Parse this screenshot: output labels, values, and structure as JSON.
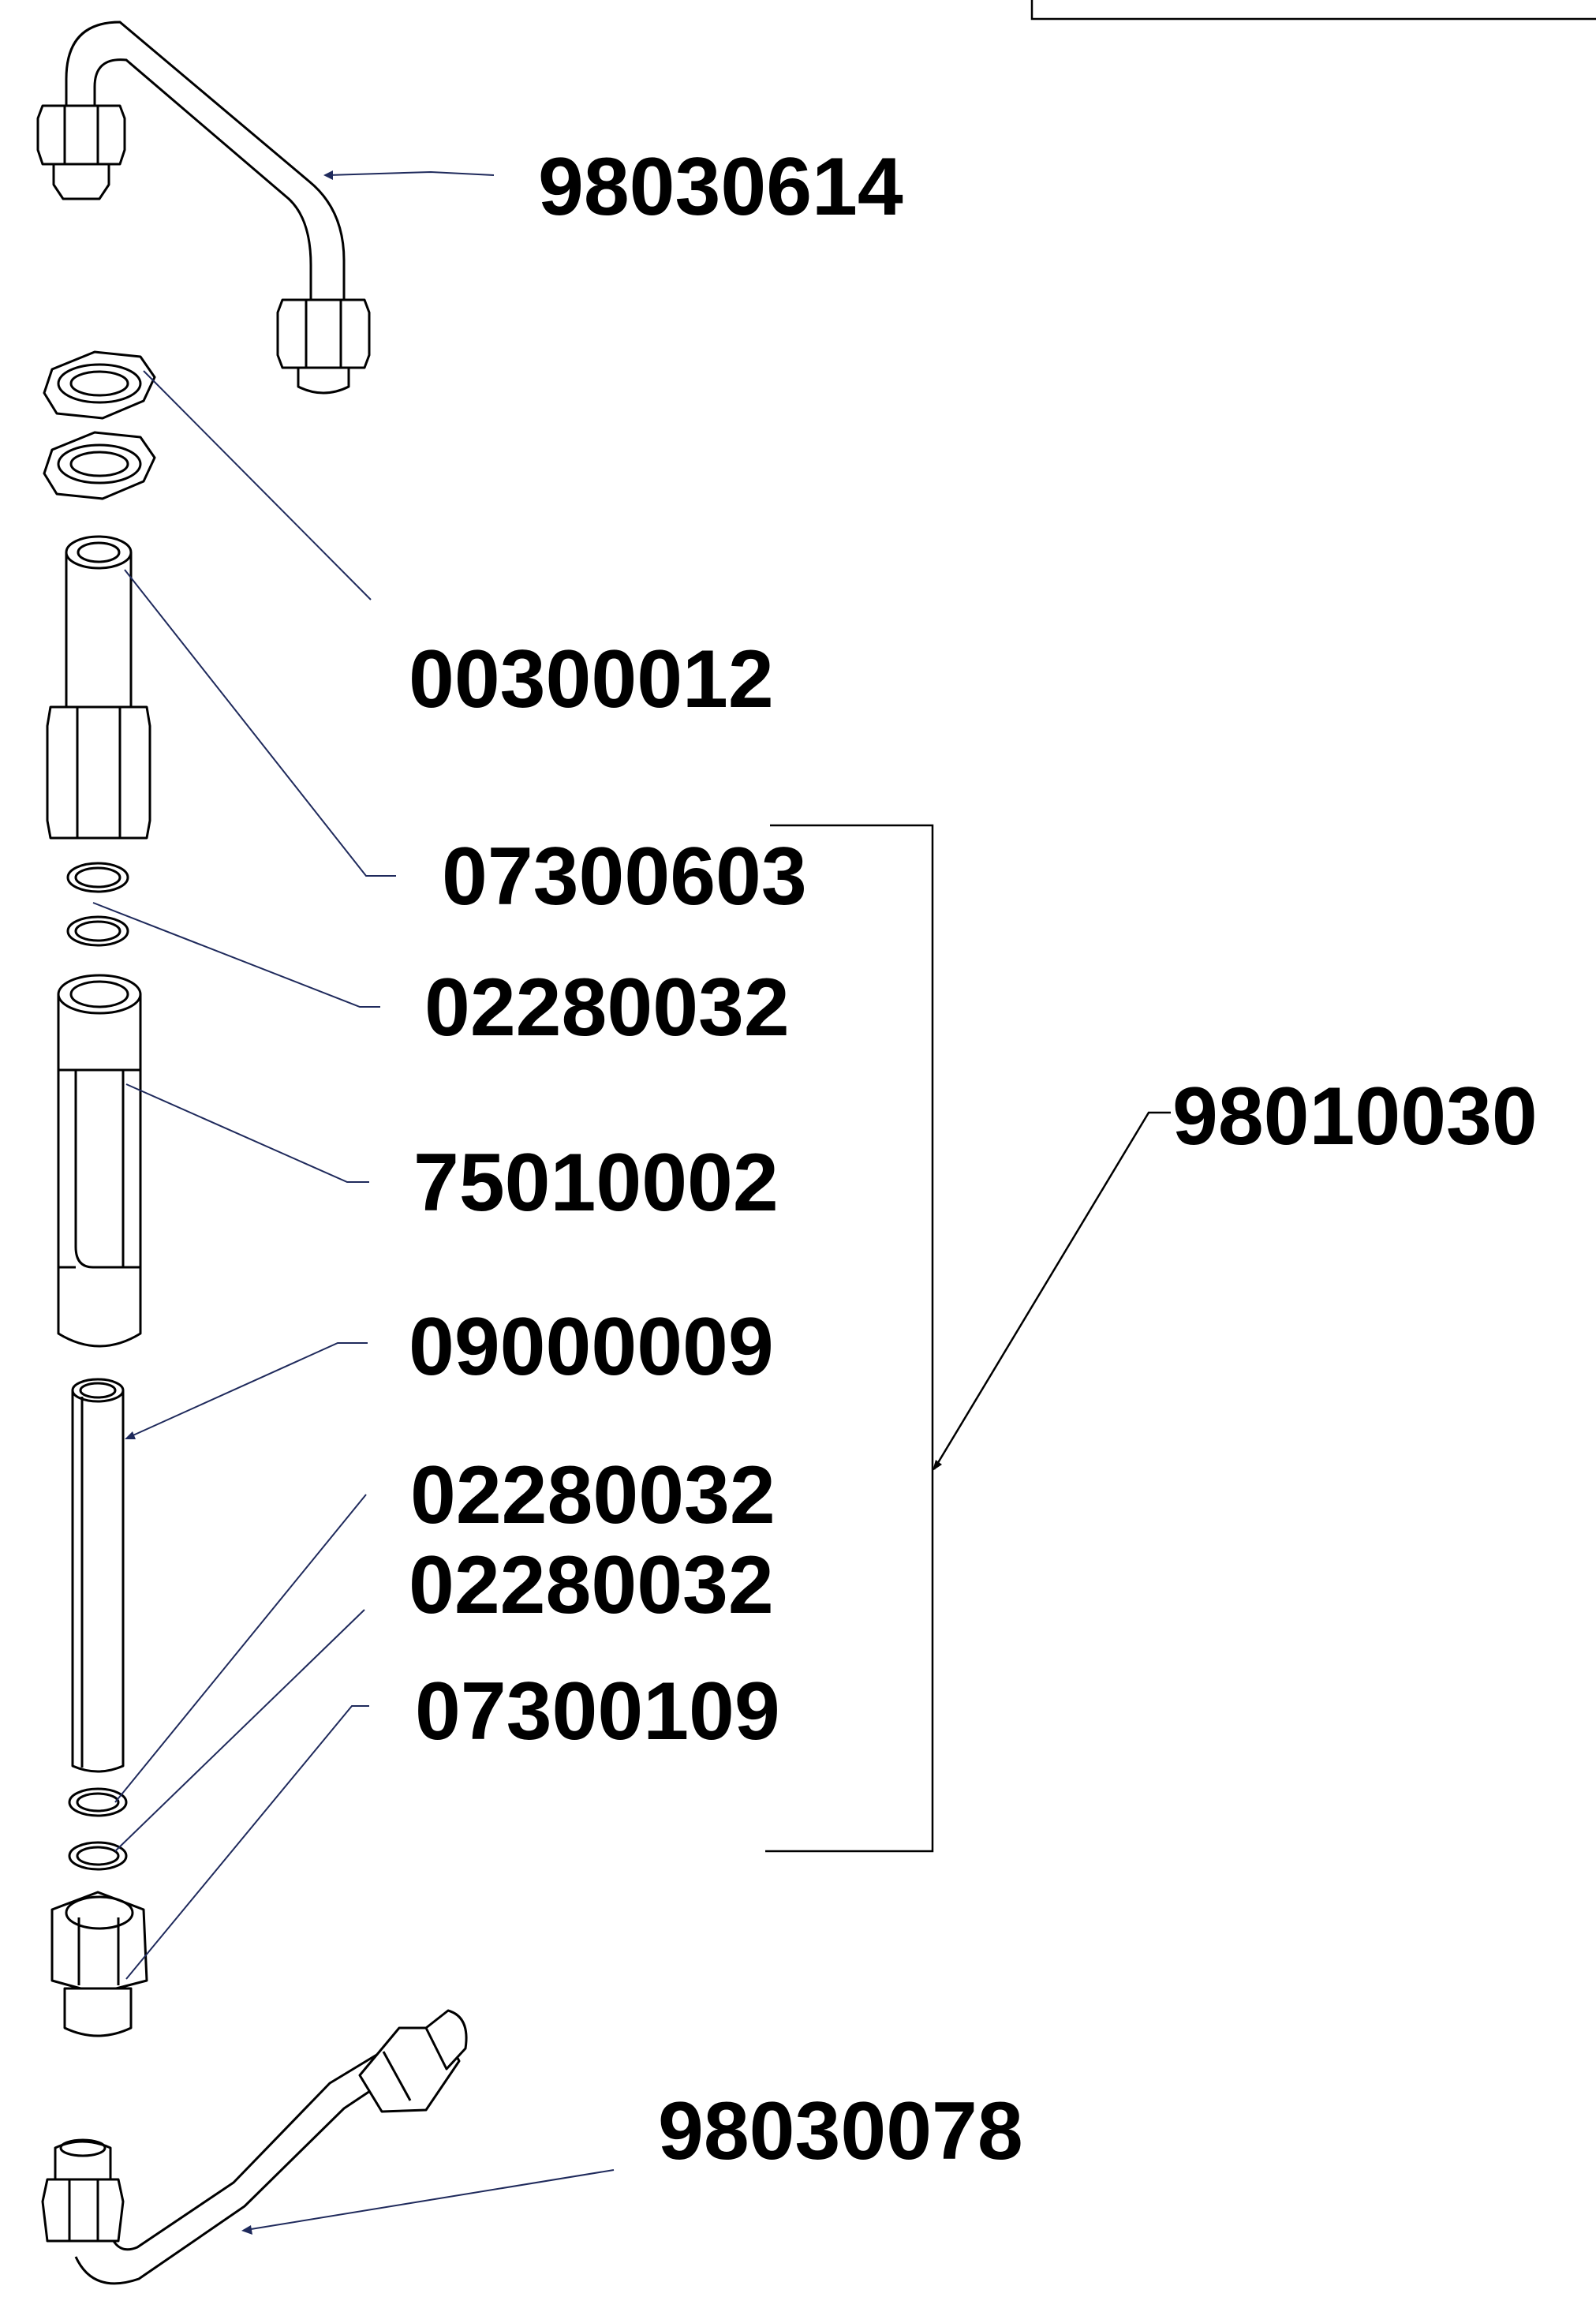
{
  "colors": {
    "background": "#ffffff",
    "line": "#000000",
    "leader": "#1f2a5c"
  },
  "labels": {
    "spout_top": "98030614",
    "nuts": "00300012",
    "upper_fitting": "07300603",
    "upper_oring": "02280032",
    "glass_guard": "75010002",
    "sight_glass": "09000009",
    "lower_oring_1": "02280032",
    "lower_oring_2": "02280032",
    "lower_fitting": "07300109",
    "assembly": "98010030",
    "pipe_bottom": "98030078"
  }
}
